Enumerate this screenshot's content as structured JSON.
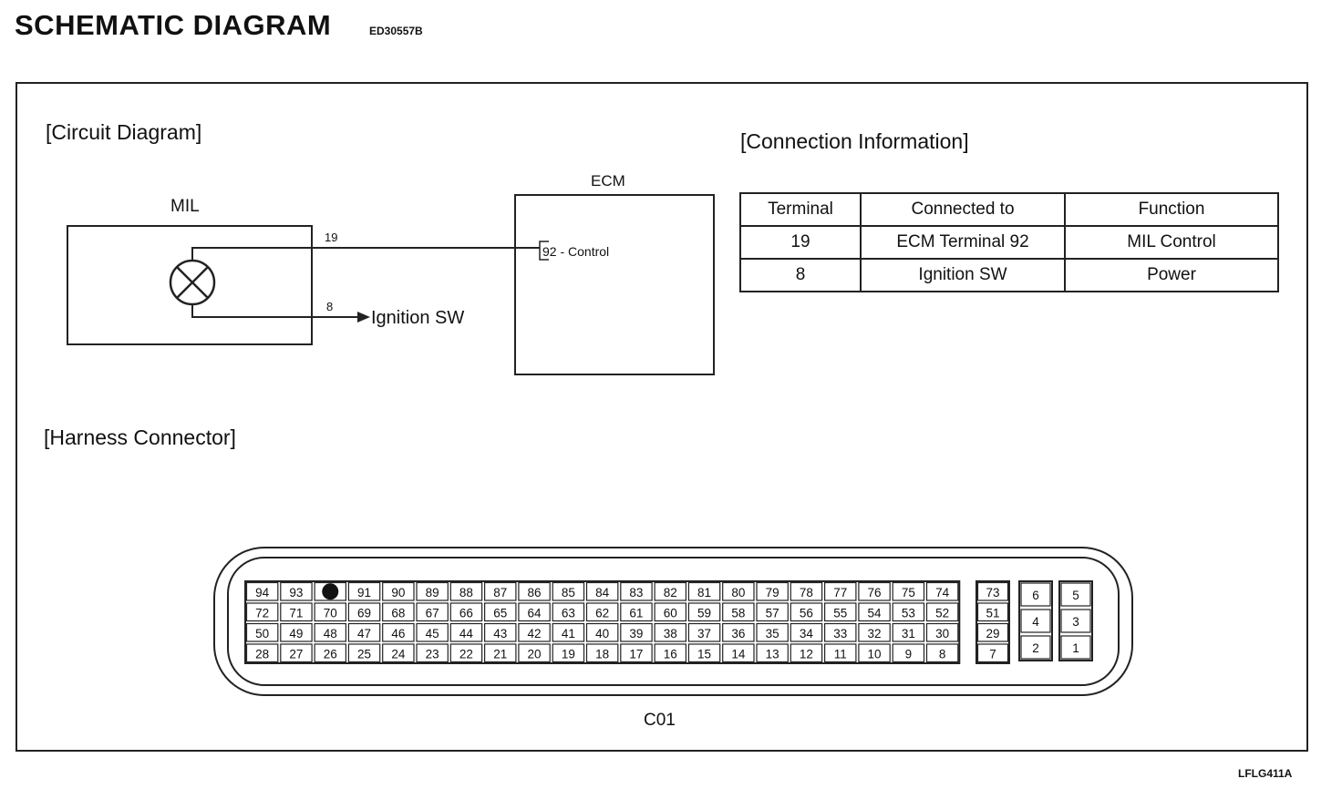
{
  "header": {
    "title": "SCHEMATIC DIAGRAM",
    "doc_id": "ED30557B",
    "figure_id": "LFLG411A"
  },
  "circuit": {
    "section_title": "[Circuit Diagram]",
    "mil_label": "MIL",
    "ecm_label": "ECM",
    "wire_19_label": "19",
    "wire_8_label": "8",
    "ecm_pin_label": "92 - Control",
    "ignition_label": "Ignition SW"
  },
  "connection_info": {
    "section_title": "[Connection Information]",
    "headers": [
      "Terminal",
      "Connected to",
      "Function"
    ],
    "rows": [
      [
        "19",
        "ECM Terminal 92",
        "MIL Control"
      ],
      [
        "8",
        "Ignition SW",
        "Power"
      ]
    ]
  },
  "harness": {
    "section_title": "[Harness Connector]",
    "connector_id": "C01",
    "main_block": [
      [
        "94",
        "93",
        "",
        "91",
        "90",
        "89",
        "88",
        "87",
        "86",
        "85",
        "84",
        "83",
        "82",
        "81",
        "80",
        "79",
        "78",
        "77",
        "76",
        "75",
        "74"
      ],
      [
        "72",
        "71",
        "70",
        "69",
        "68",
        "67",
        "66",
        "65",
        "64",
        "63",
        "62",
        "61",
        "60",
        "59",
        "58",
        "57",
        "56",
        "55",
        "54",
        "53",
        "52"
      ],
      [
        "50",
        "49",
        "48",
        "47",
        "46",
        "45",
        "44",
        "43",
        "42",
        "41",
        "40",
        "39",
        "38",
        "37",
        "36",
        "35",
        "34",
        "33",
        "32",
        "31",
        "30"
      ],
      [
        "28",
        "27",
        "26",
        "25",
        "24",
        "23",
        "22",
        "21",
        "20",
        "19",
        "18",
        "17",
        "16",
        "15",
        "14",
        "13",
        "12",
        "11",
        "10",
        "9",
        "8"
      ]
    ],
    "highlighted_pin": "92",
    "side_block": [
      "73",
      "51",
      "29",
      "7"
    ],
    "small_left": [
      "6",
      "4",
      "2"
    ],
    "small_right": [
      "5",
      "3",
      "1"
    ]
  }
}
